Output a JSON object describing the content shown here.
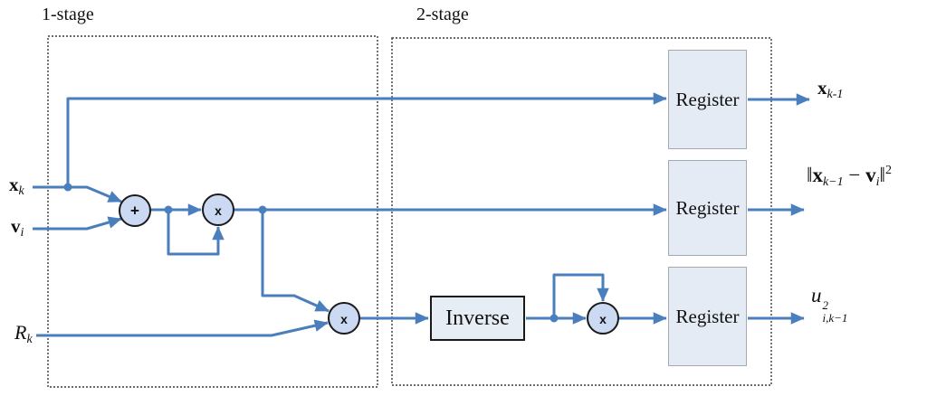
{
  "stages": {
    "stage1_label": "1-stage",
    "stage2_label": "2-stage"
  },
  "blocks": {
    "register1": "Register",
    "register2": "Register",
    "register3": "Register",
    "inverse": "Inverse"
  },
  "operators": {
    "adder": "+",
    "mult1": "x",
    "mult2": "x",
    "mult3": "x"
  },
  "inputs": {
    "xk": {
      "base": "x",
      "sub": "k"
    },
    "vi": {
      "base": "v",
      "sub": "i"
    },
    "rk": {
      "base": "R",
      "sub": "k"
    }
  },
  "outputs": {
    "x_prev": {
      "base": "x",
      "sub": "k-1"
    },
    "norm": {
      "open_bar": "‖",
      "x_base": "x",
      "x_sub": "k−1",
      "minus": " − ",
      "v_base": "v",
      "v_sub": "i",
      "close_bar": "‖",
      "sup": "2"
    },
    "u": {
      "base": "u",
      "sup": "2",
      "sub": "i,k−1"
    }
  },
  "colors": {
    "connector_blue": "#4a7ebc",
    "node_fill": "#cbdaf2",
    "node_border": "#1a1a1a",
    "box_fill": "#e5ebf4",
    "box_border": "#a3aab4"
  }
}
